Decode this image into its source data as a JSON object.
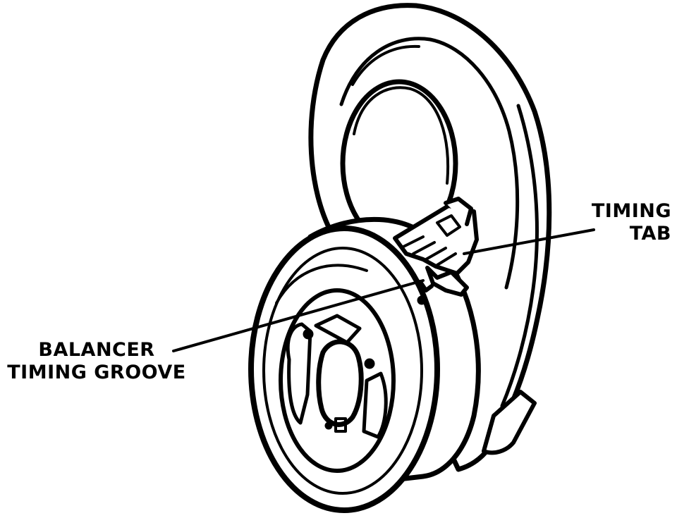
{
  "callouts": {
    "timing_tab": {
      "line1": "TIMING",
      "line2": "TAB"
    },
    "balancer_groove": {
      "line1": "BALANCER",
      "line2": "TIMING GROOVE"
    }
  },
  "colors": {
    "ink": "#000000",
    "paper": "#ffffff"
  }
}
